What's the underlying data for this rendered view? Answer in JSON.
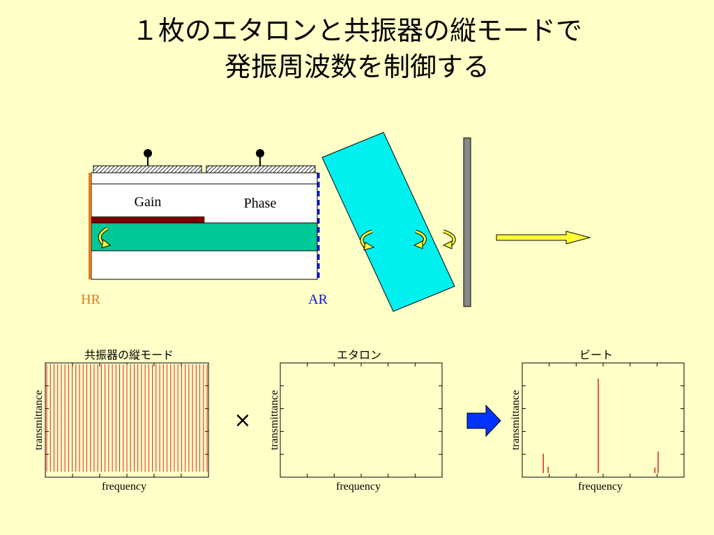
{
  "title": {
    "line1": "１枚のエタロンと共振器の縦モードで",
    "line2": "発振周波数を制御する"
  },
  "device": {
    "gain_label": "Gain",
    "phase_label": "Phase",
    "hr_label": "HR",
    "ar_label": "AR"
  },
  "plots": [
    {
      "title": "共振器の縦モード",
      "ylabel": "transmittance",
      "xlabel": "frequency"
    },
    {
      "title": "エタロン",
      "ylabel": "transmittance",
      "xlabel": "frequency"
    },
    {
      "title": "ビート",
      "ylabel": "transmittance",
      "xlabel": "frequency"
    }
  ],
  "operator": "×",
  "colors": {
    "background": "#ffffc8",
    "waveguide": "#00c896",
    "etalon": "#00f0f0",
    "hr": "#e07820",
    "ar": "#1010e0",
    "gain_strip": "#800000",
    "mode_line": "#e02020",
    "arrow_yellow": "#ffff33",
    "arrow_blue": "#0033ff"
  },
  "chart_data": [
    {
      "type": "line",
      "title": "共振器の縦モード",
      "xlabel": "frequency",
      "ylabel": "transmittance",
      "mode_count": 45,
      "mode_height": 1.0
    },
    {
      "type": "line",
      "title": "エタロン",
      "xlabel": "frequency",
      "ylabel": "transmittance",
      "mode_count": 0
    },
    {
      "type": "bar",
      "title": "ビート",
      "xlabel": "frequency",
      "ylabel": "transmittance",
      "x": [
        0.13,
        0.16,
        0.47,
        0.82,
        0.84
      ],
      "values": [
        0.18,
        0.06,
        0.88,
        0.05,
        0.2
      ]
    }
  ]
}
